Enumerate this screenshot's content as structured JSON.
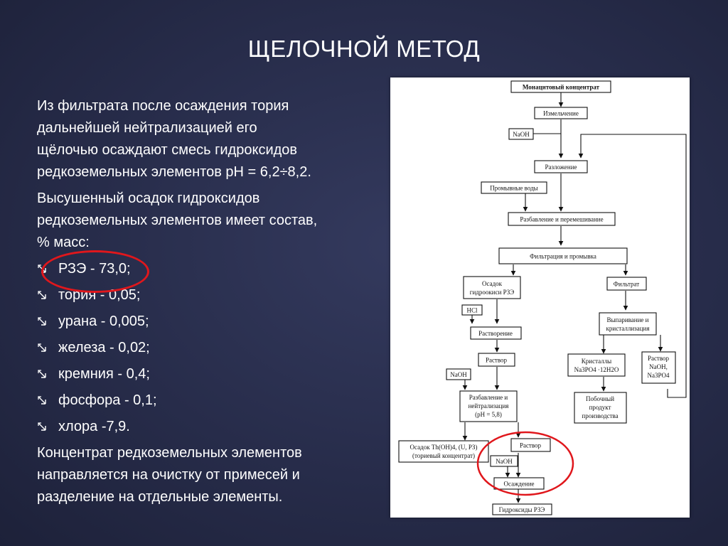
{
  "slide": {
    "title": "ЩЕЛОЧНОЙ МЕТОД",
    "intro": [
      "Из фильтрата после осаждения тория",
      "дальнейшей нейтрализацией его",
      "щёлочью осаждают смесь гидроксидов",
      "редкоземельных элементов pH = 6,2÷8,2."
    ],
    "composition_intro": [
      "Высушенный осадок гидроксидов",
      "редкоземельных элементов имеет состав,",
      "% масс:"
    ],
    "bullets": [
      "РЗЭ - 73,0;",
      "тория - 0,05;",
      "урана - 0,005;",
      "железа - 0,02;",
      "кремния - 0,4;",
      "фосфора - 0,1;",
      "хлора -7,9."
    ],
    "conclusion": [
      "Концентрат редкоземельных элементов",
      "направляется на очистку от примесей и",
      "разделение на отдельные элементы."
    ]
  },
  "diagram": {
    "monazite": "Монацитовый концентрат",
    "grinding": "Измельчение",
    "naoh1": "NaOH",
    "decomposition": "Разложение",
    "wash_water": "Промывные воды",
    "dilution_mixing": "Разбавление и перемешивание",
    "filtration_washing": "Фильтрация и промывка",
    "ree_hydroxide_precipitate": [
      "Осадок",
      "гидроокиси РЗЭ"
    ],
    "filtrate": "Фильтрат",
    "hcl": "HCl",
    "dissolution": "Растворение",
    "evaporation": [
      "Выпаривание и",
      "кристаллизация"
    ],
    "solution1": "Раствор",
    "naoh2": "NaOH",
    "crystals": [
      "Кристаллы",
      "Na3PO4 ·12H2O"
    ],
    "solution_naoh": [
      "Раствор",
      "NaOH,",
      "Na3PO4"
    ],
    "dilution_neutralization": [
      "Разбавление и",
      "нейтрализация",
      "(pH = 5,8)"
    ],
    "byproduct": [
      "Побочный",
      "продукт",
      "производства"
    ],
    "thorium_precipitate": [
      "Осадок Th(OH)4, (U, РЗ)",
      "(ториевый концентрат)"
    ],
    "solution2": "Раствор",
    "naoh3": "NaOH",
    "precipitation": "Осаждение",
    "ree_hydroxides": "Гидроксиды РЗЭ"
  },
  "colors": {
    "background": "#272c4a",
    "highlight": "#e0171c"
  }
}
